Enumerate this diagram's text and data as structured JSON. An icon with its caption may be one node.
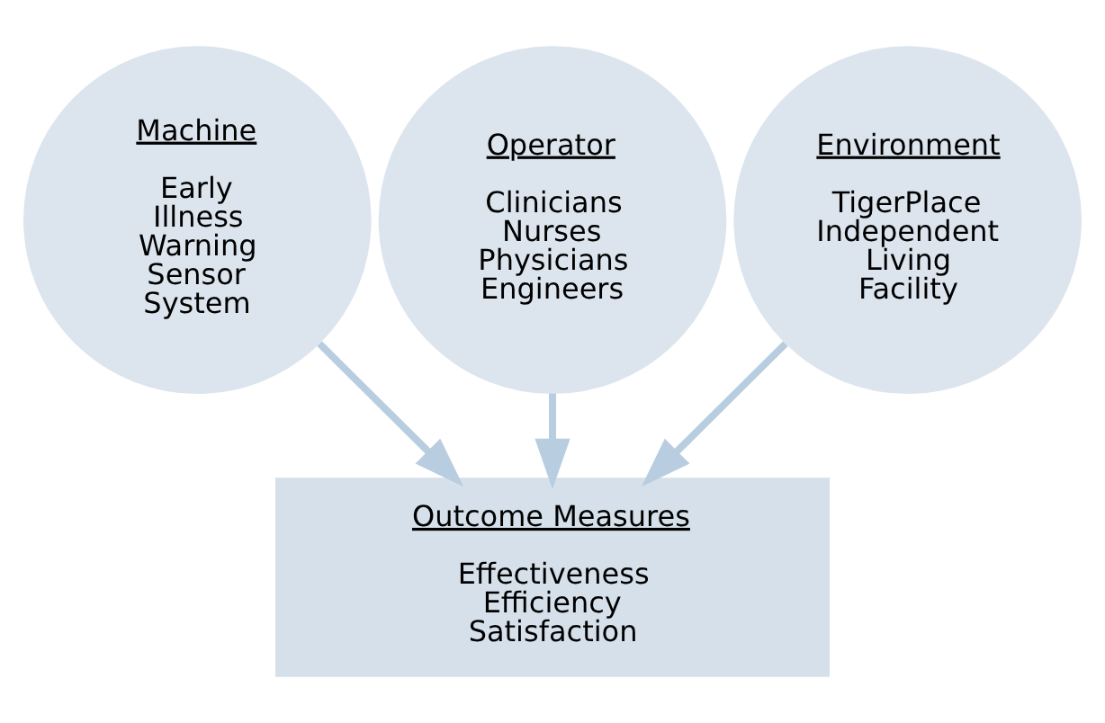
{
  "diagram": {
    "nodes": [
      {
        "text": [
          "Machine",
          "Early Illness Warning Sensor System"
        ]
      },
      {
        "text": [
          "Operator",
          "Clinicians Nurses Physicians Engineers"
        ]
      },
      {
        "text": [
          "Environment",
          "TigerPlace Independent Living Facility"
        ]
      },
      {
        "text": [
          "Outcome Measures",
          "Effectiveness Efficiency Satisfaction"
        ]
      }
    ],
    "edges": [
      {
        "from": 0,
        "to": 3,
        "arrow": "to"
      },
      {
        "from": 1,
        "to": 3,
        "arrow": "to"
      },
      {
        "from": 2,
        "to": 3,
        "arrow": "to"
      }
    ]
  }
}
